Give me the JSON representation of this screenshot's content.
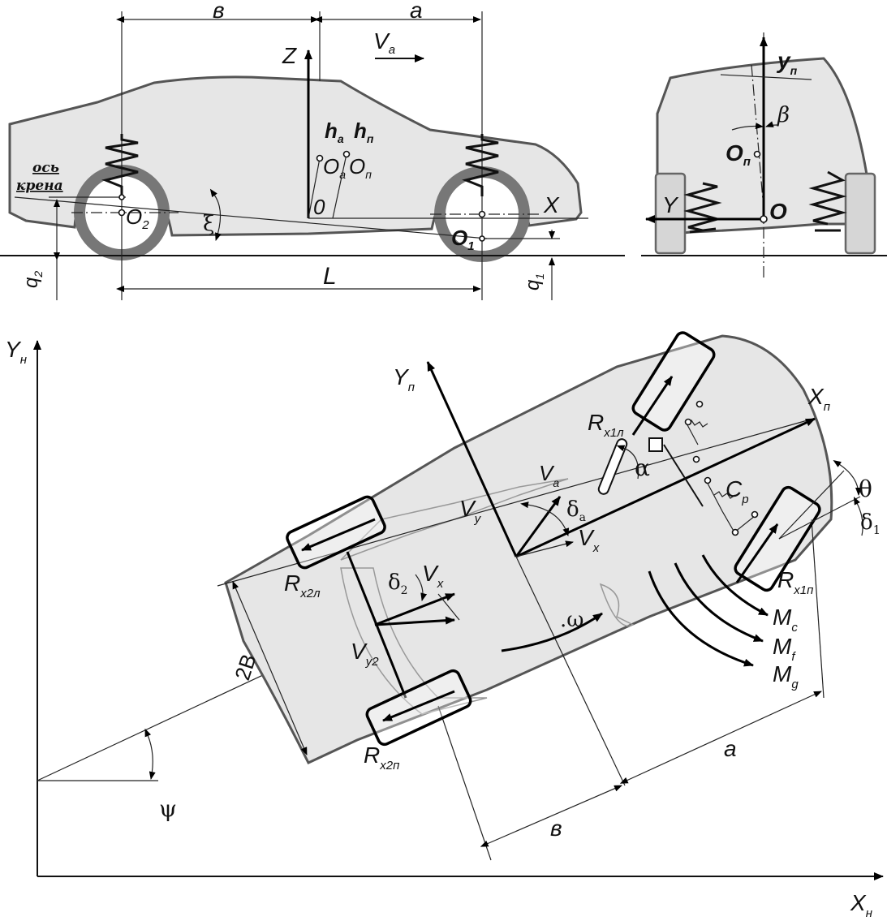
{
  "side_view": {
    "dim_b": "в",
    "dim_a": "а",
    "axis_z": "Z",
    "vel_va": "V",
    "vel_va_sub": "а",
    "h_a": "h",
    "h_a_sub": "а",
    "h_p": "h",
    "h_p_sub": "п",
    "o_a": "O",
    "o_a_sub": "а",
    "o_p": "O",
    "o_p_sub": "п",
    "origin": "0",
    "axis_x": "X",
    "roll_axis_1": "ось",
    "roll_axis_2": "крена",
    "o2": "O",
    "o2_sub": "2",
    "o1": "O",
    "o1_sub": "1",
    "xi": "ξ",
    "q2": "q",
    "q2_sub": "2",
    "q1": "q",
    "q1_sub": "1",
    "length": "L"
  },
  "rear_view": {
    "axis_y": "y",
    "axis_y_sub": "п",
    "beta": "β",
    "o_p": "O",
    "o_p_sub": "п",
    "axis_Y": "Y",
    "origin": "O"
  },
  "plan_view": {
    "y_n": "Y",
    "y_n_sub": "н",
    "x_n": "X",
    "x_n_sub": "н",
    "y_p": "Y",
    "y_p_sub": "п",
    "x_p": "X",
    "x_p_sub": "п",
    "r_x1l": "R",
    "r_x1l_sub": "x1л",
    "alpha": "α",
    "c_p": "C",
    "c_p_sub": "р",
    "theta": "θ",
    "delta1": "δ",
    "delta1_sub": "1",
    "v_a": "V",
    "v_a_sub": "а",
    "delta_a": "δ",
    "delta_a_sub": "а",
    "v_y": "V",
    "v_y_sub": "у",
    "v_x": "V",
    "v_x_sub": "x",
    "r_x2l": "R",
    "r_x2l_sub": "x2л",
    "delta2": "δ",
    "delta2_sub": "2",
    "v_x2": "V",
    "v_x2_sub": "x",
    "v_y2": "V",
    "v_y2_sub": "у2",
    "omega": ".ω",
    "r_x1p": "R",
    "r_x1p_sub": "x1п",
    "m_c": "M",
    "m_c_sub": "c",
    "m_f": "M",
    "m_f_sub": "f",
    "m_g": "M",
    "m_g_sub": "g",
    "two_b": "2B",
    "r_x2p": "R",
    "r_x2p_sub": "x2п",
    "dim_a": "а",
    "dim_b": "в",
    "psi": "ψ"
  }
}
